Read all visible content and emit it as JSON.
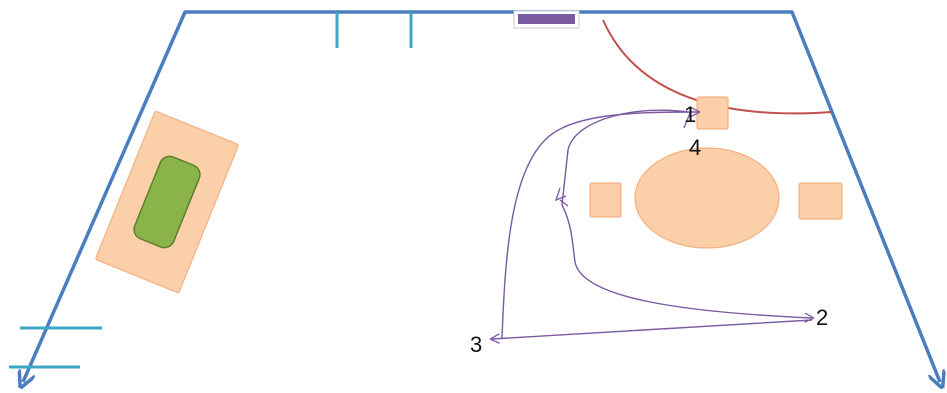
{
  "colors": {
    "wall": "#4a7ebf",
    "wall_opening": "#3fa5c4",
    "window": "#7a5aa0",
    "door_arc": "#c0504d",
    "furniture_fill": "#fbd0a8",
    "furniture_stroke": "#f4b183",
    "rug": "#8ab34a",
    "rug_stroke": "#5d7f2e",
    "path": "#7a5aa0"
  },
  "icons": {
    "wall": "wall-line",
    "door": "door-swing-arc",
    "window": "window-rect",
    "sofa": "sofa-rect",
    "rug": "rug-rounded-rect",
    "table": "table-ellipse",
    "chair": "chair-square",
    "path_arrow": "arrowhead"
  },
  "labels": {
    "p1": "1",
    "p2": "2",
    "p3": "3",
    "p4": "4"
  }
}
